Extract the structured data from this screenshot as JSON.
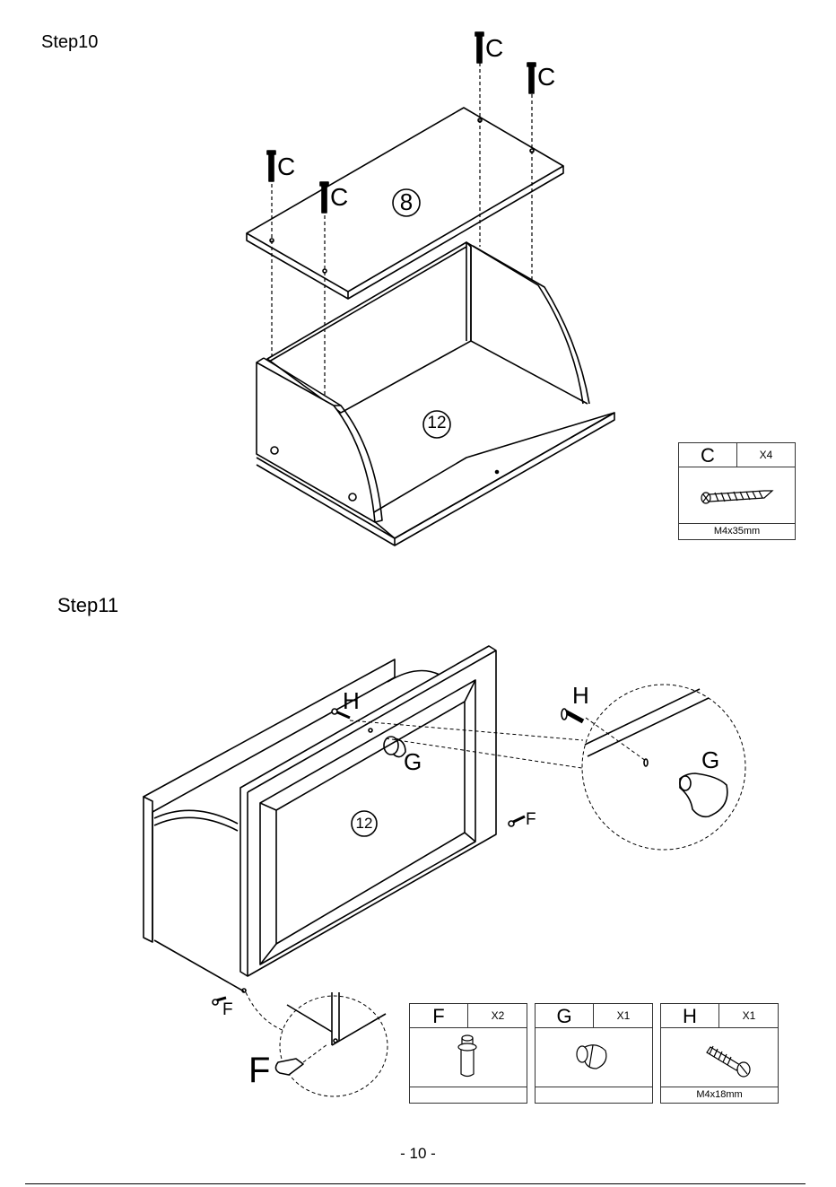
{
  "step10": {
    "title": "Step10",
    "screw_label": "C",
    "panel_top": "8",
    "panel_body": "12",
    "part": {
      "letter": "C",
      "qty": "X4",
      "spec": "M4x35mm",
      "icon": "wood-screw-icon"
    }
  },
  "step11": {
    "title": "Step11",
    "labels": {
      "h": "H",
      "g": "G",
      "f": "F",
      "panel": "12"
    },
    "parts": [
      {
        "letter": "F",
        "qty": "X2",
        "spec": "",
        "icon": "cam-dowel-icon"
      },
      {
        "letter": "G",
        "qty": "X1",
        "spec": "",
        "icon": "knob-icon"
      },
      {
        "letter": "H",
        "qty": "X1",
        "spec": "M4x18mm",
        "icon": "machine-screw-icon"
      }
    ]
  },
  "page_number": "- 10 -"
}
